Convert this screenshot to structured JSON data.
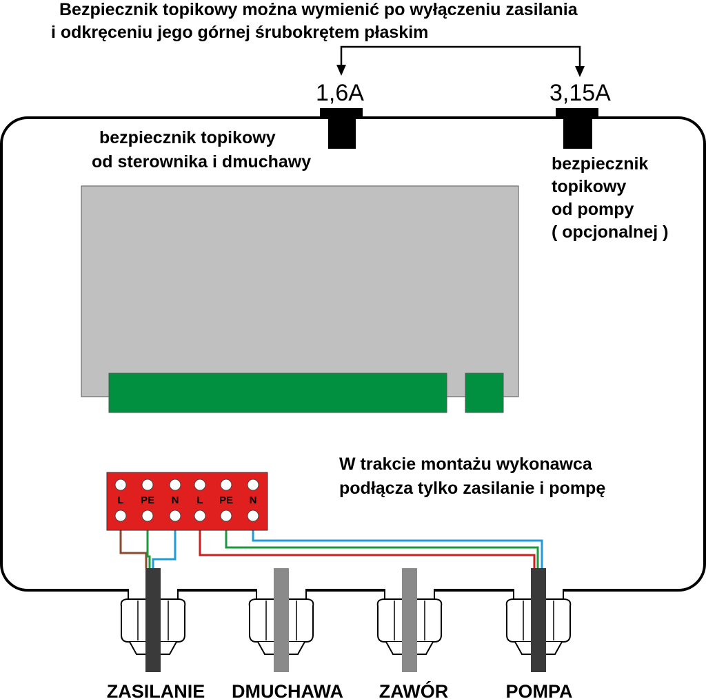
{
  "top_note": {
    "line1": "Bezpiecznik topikowy można wymienić po wyłączeniu zasilania",
    "line2": "i odkręceniu jego górnej śrubokrętem płaskim"
  },
  "fuses": {
    "fuse1_rating": "1,6A",
    "fuse2_rating": "3,15A",
    "fuse1_label": [
      "bezpiecznik topikowy",
      "od sterownika i dmuchawy"
    ],
    "fuse2_label": [
      "bezpiecznik",
      "topikowy",
      "od pompy",
      "( opcjonalnej )"
    ]
  },
  "install_note": {
    "line1": "W trakcie montażu wykonawca",
    "line2": "podłącza tylko zasilanie i pompę"
  },
  "terminals": [
    "L",
    "PE",
    "N",
    "L",
    "PE",
    "N"
  ],
  "glands": [
    {
      "label": "ZASILANIE",
      "color": "#000000"
    },
    {
      "label": "DMUCHAWA",
      "color": "#8b3d7e"
    },
    {
      "label": "ZAWÓR",
      "color": "#8b3d7e"
    },
    {
      "label": "POMPA",
      "color": "#000000"
    }
  ],
  "colors": {
    "board": "#c0c0c0",
    "connector": "#009040",
    "terminal_block": "#e0201e",
    "wire_brown": "#8b4a2f",
    "wire_green": "#1a9a3a",
    "wire_blue": "#1f9bd8",
    "wire_red": "#cc1f1f"
  }
}
